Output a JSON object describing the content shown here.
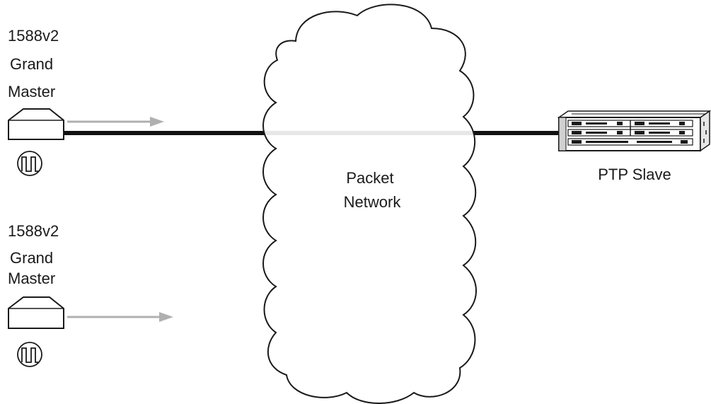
{
  "diagram": {
    "master_top": {
      "lines": [
        "1588v2",
        "Grand",
        "Master"
      ]
    },
    "master_bottom": {
      "lines": [
        "1588v2",
        "Grand",
        "Master"
      ]
    },
    "cloud": {
      "lines": [
        "Packet",
        "Network"
      ]
    },
    "slave": {
      "label": "PTP Slave"
    }
  },
  "colors": {
    "line": "#111111",
    "arrow": "#b0b0b0",
    "cloud_stroke": "#1a1a1a",
    "device_fill": "#ffffff"
  },
  "icons": {
    "grand_master": "grand-master-device-icon",
    "clock_signal": "square-wave-clock-icon",
    "slave_device": "ptp-slave-chassis-icon",
    "network": "packet-network-cloud-icon"
  }
}
